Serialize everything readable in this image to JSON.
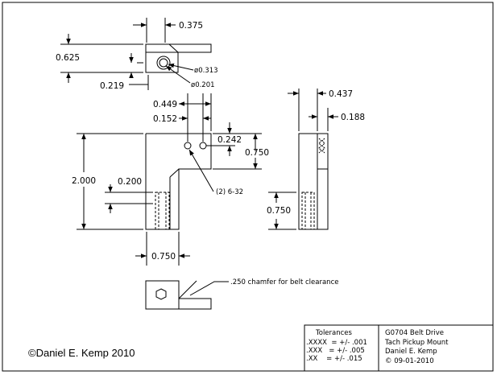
{
  "dimensions": {
    "top_width": "0.375",
    "top_height": "0.625",
    "top_offset": "0.219",
    "hole_outer": "ø0.313",
    "hole_inner": "ø0.201",
    "hole_x1": "0.449",
    "hole_x2": "0.152",
    "hole_y": "0.242",
    "head_height": "0.750",
    "overall_height": "2.000",
    "slot_offset": "0.200",
    "stem_width": "0.750",
    "side_width": "0.437",
    "side_step": "0.188",
    "side_slot": "0.750"
  },
  "notes": {
    "tapped_holes": "(2) 6-32",
    "chamfer": ".250 chamfer for belt clearance"
  },
  "copyright": "©Daniel E. Kemp 2010",
  "tolerances": {
    "title": "Tolerances",
    "lines": [
      ".XXXX  = +/- .001",
      ".XXX   = +/- .005",
      ".XX    = +/- .015"
    ]
  },
  "title_block": {
    "line1": "G0704 Belt Drive",
    "line2": "Tach Pickup Mount",
    "line3": "Daniel E. Kemp",
    "line4": "©  09-01-2010"
  }
}
